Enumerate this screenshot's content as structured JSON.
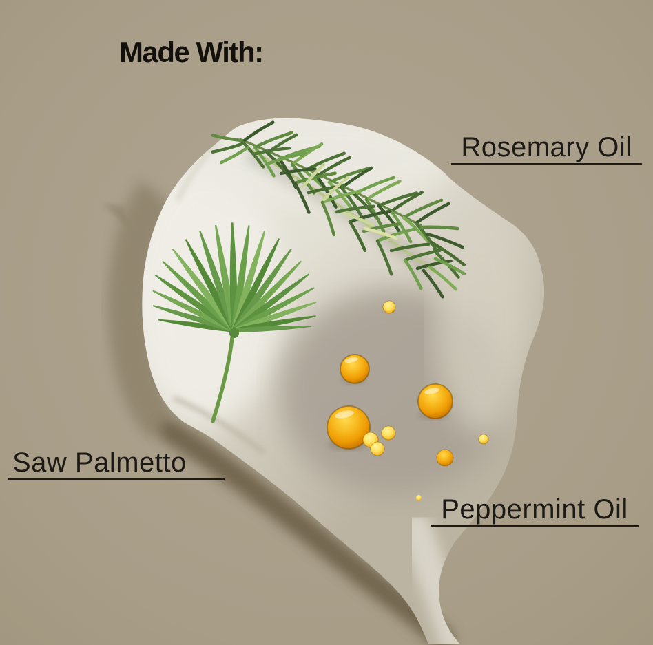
{
  "header": {
    "title": "Made With:"
  },
  "ingredients": [
    {
      "name": "Rosemary Oil"
    },
    {
      "name": "Saw Palmetto"
    },
    {
      "name": "Peppermint Oil"
    }
  ],
  "images": {
    "cream": "cream-balm-smear",
    "rosemary": "rosemary-sprig",
    "palmetto": "saw-palmetto-fan-leaf",
    "oil": "golden-oil-droplets"
  },
  "colors": {
    "background": "#a99f89",
    "text": "#1d1a16",
    "underline": "#1e1b17",
    "cream_light": "#efede5",
    "cream_dark": "#b3ab9a",
    "shadow_brown": "#695c44",
    "rosemary_green": "#4e7337",
    "palmetto_green": "#65993f",
    "oil_gold": "#f2a50c"
  }
}
